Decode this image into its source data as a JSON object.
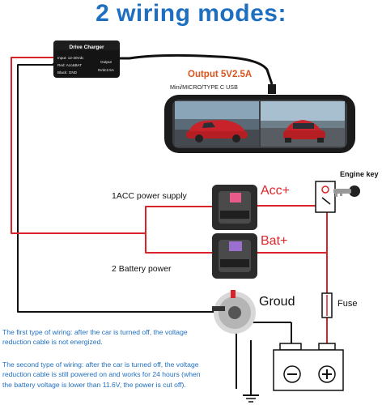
{
  "title": "2 wiring modes:",
  "charger": {
    "name": "Drive Charger",
    "input": "Input: 12-30Vdc",
    "red": "Red: Acc&BAT",
    "black": "Black: GND",
    "output_label": "Output",
    "output_value": "5Vdc2.5A"
  },
  "output_spec": "Output 5V2.5A",
  "usb_types": "Mini/MICRO/TYPE C USB",
  "labels": {
    "engine_key": "Engine key",
    "acc_supply": "1ACC power supply",
    "acc": "Acc+",
    "bat": "Bat+",
    "battery_power": "2 Battery power",
    "ground": "Groud",
    "fuse": "Fuse"
  },
  "descriptions": [
    "The first type of wiring: after the car is turned off, the voltage reduction cable is not energized.",
    "The second type of wiring: after the car is turned off, the voltage reduction cable is still powered on and works for 24 hours (when the battery voltage is lower than 11.6V, the power is cut off)."
  ],
  "colors": {
    "title_blue": "#1f6fc0",
    "wire_red": "#d9232a",
    "wire_black": "#111111",
    "label_red": "#e0262c",
    "orange": "#d9541e"
  },
  "icons": [
    "car-icon",
    "key-icon",
    "fuse-icon",
    "battery-icon",
    "ground-symbol-icon",
    "plus-icon",
    "minus-icon"
  ]
}
